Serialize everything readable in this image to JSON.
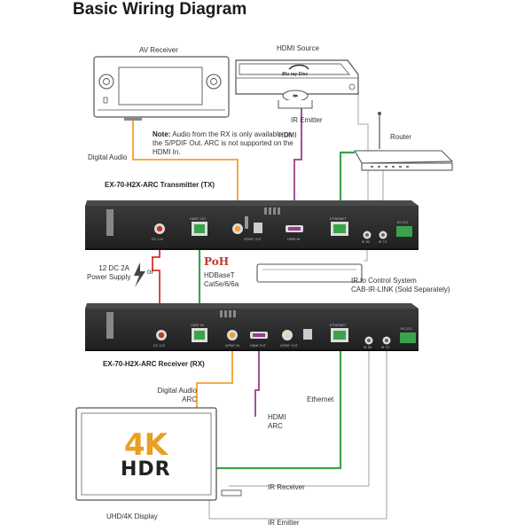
{
  "title": "Basic Wiring Diagram",
  "devices": {
    "av_receiver": "AV Receiver",
    "hdmi_source": "HDMI Source",
    "bluray_logo": "Blu-ray Disc",
    "router": "Router",
    "display": "UHD/4K Display",
    "display_logo_top": "4K",
    "display_logo_bottom": "HDR",
    "tx": "EX-70-H2X-ARC Transmitter (TX)",
    "rx": "EX-70-H2X-ARC Receiver (RX)",
    "power": "12 DC 2A\nPower Supply",
    "ir_module": "IR to Control System\nCAB-IR-LINK (Sold Separately)"
  },
  "note": {
    "label": "Note:",
    "text": " Audio from the RX is only available on the S/PDIF Out. ARC is not supported on the HDMI In."
  },
  "labels": {
    "digital_audio_top": "Digital Audio",
    "hdmi_top": "HDMI",
    "ir_emitter_top": "IR Emitter",
    "or": "or",
    "poh": "PoH",
    "hdbaset": "HDBaseT\nCat5e/6/6a",
    "digital_audio_arc": "Digital Audio\nARC",
    "hdmi_arc": "HDMI\nARC",
    "ethernet": "Ethernet",
    "ir_receiver": "IR Receiver",
    "ir_emitter_bottom": "IR Emitter"
  },
  "port_labels": {
    "tx": [
      "DC 12V",
      "HDBT OUT",
      "S/PDIF OUT",
      "HDMI IN",
      "ETHERNET",
      "IR RX",
      "IR TX",
      "RS-232"
    ],
    "rx": [
      "DC 12V",
      "HDBT IN",
      "S/PDIF IN",
      "HDMI OUT",
      "S/PDIF OUT",
      "ETHERNET",
      "IR RX",
      "IR TX",
      "RS-232"
    ]
  },
  "colors": {
    "audio": "#f0a030",
    "hdmi": "#9b3d8c",
    "hdbaset": "#3aa34a",
    "power": "#d9342b",
    "ir": "#b0b0b0",
    "device_body": "#2b2b2b",
    "poh": "#c0392b"
  }
}
